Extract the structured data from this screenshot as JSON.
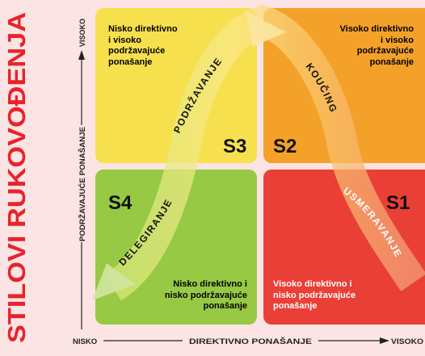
{
  "title": "STILOVI RUKOVOĐENJA",
  "axes": {
    "vertical_label": "PODRŽAVAJUĆE PONAŠANJE",
    "vertical_high": "VISOKO",
    "horizontal_label": "DIREKTIVNO PONAŠANJE",
    "horizontal_low": "NISKO",
    "horizontal_high": "VISOKO"
  },
  "quadrants": {
    "s3": {
      "code": "S3",
      "lines": [
        "Nisko direktivno",
        "i visoko",
        "podržavajuće",
        "ponašanje"
      ],
      "color": "#f7e04e"
    },
    "s2": {
      "code": "S2",
      "lines": [
        "Visoko direktivno",
        "i visoko",
        "podržavajuće",
        "ponašanje"
      ],
      "color": "#f4a12a"
    },
    "s4": {
      "code": "S4",
      "lines": [
        "Nisko direktivno i",
        "nisko podržavajuće",
        "ponašanje"
      ],
      "color": "#97c944"
    },
    "s1": {
      "code": "S1",
      "lines": [
        "Visoko direktivno i",
        "nisko podržavajuće",
        "ponašanje"
      ],
      "color": "#ea3f36"
    }
  },
  "curve_labels": {
    "delegiranje": "DELEGIRANJE",
    "podrzavanje": "PODRŽAVANJE",
    "kouching": "KOUČING",
    "usmeravanje": "USMERAVANJE"
  },
  "colors": {
    "title": "#e8232b",
    "axis": "#222222",
    "background": "#fce4e4"
  }
}
